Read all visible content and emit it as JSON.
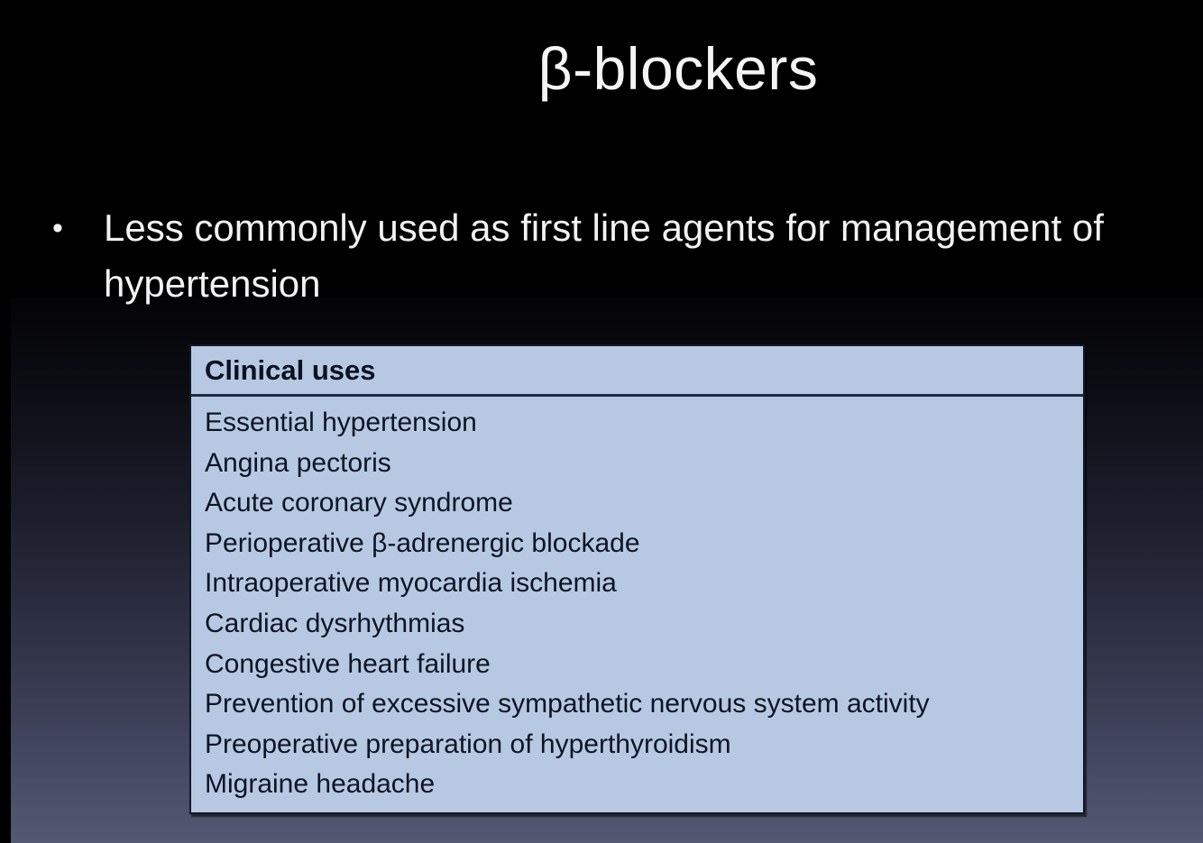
{
  "slide": {
    "title": "β-blockers",
    "bullet_glyph": "•",
    "bullet": "Less commonly used as first line agents for management of hypertension",
    "table": {
      "header": "Clinical uses",
      "rows": [
        "Essential hypertension",
        "Angina pectoris",
        "Acute coronary syndrome",
        "Perioperative β-adrenergic blockade",
        "Intraoperative myocardia ischemia",
        "Cardiac dysrhythmias",
        "Congestive heart failure",
        "Prevention of excessive sympathetic nervous system activity",
        "Preoperative preparation of hyperthyroidism",
        "Migraine headache"
      ]
    },
    "colors": {
      "slide_background_top": "#000000",
      "gradient_panel_top": "#040406",
      "gradient_panel_bottom": "#545871",
      "table_background": "#b7c9e2",
      "table_border": "#121827",
      "table_text": "#0d1424",
      "slide_text": "#f2f2f2"
    }
  }
}
